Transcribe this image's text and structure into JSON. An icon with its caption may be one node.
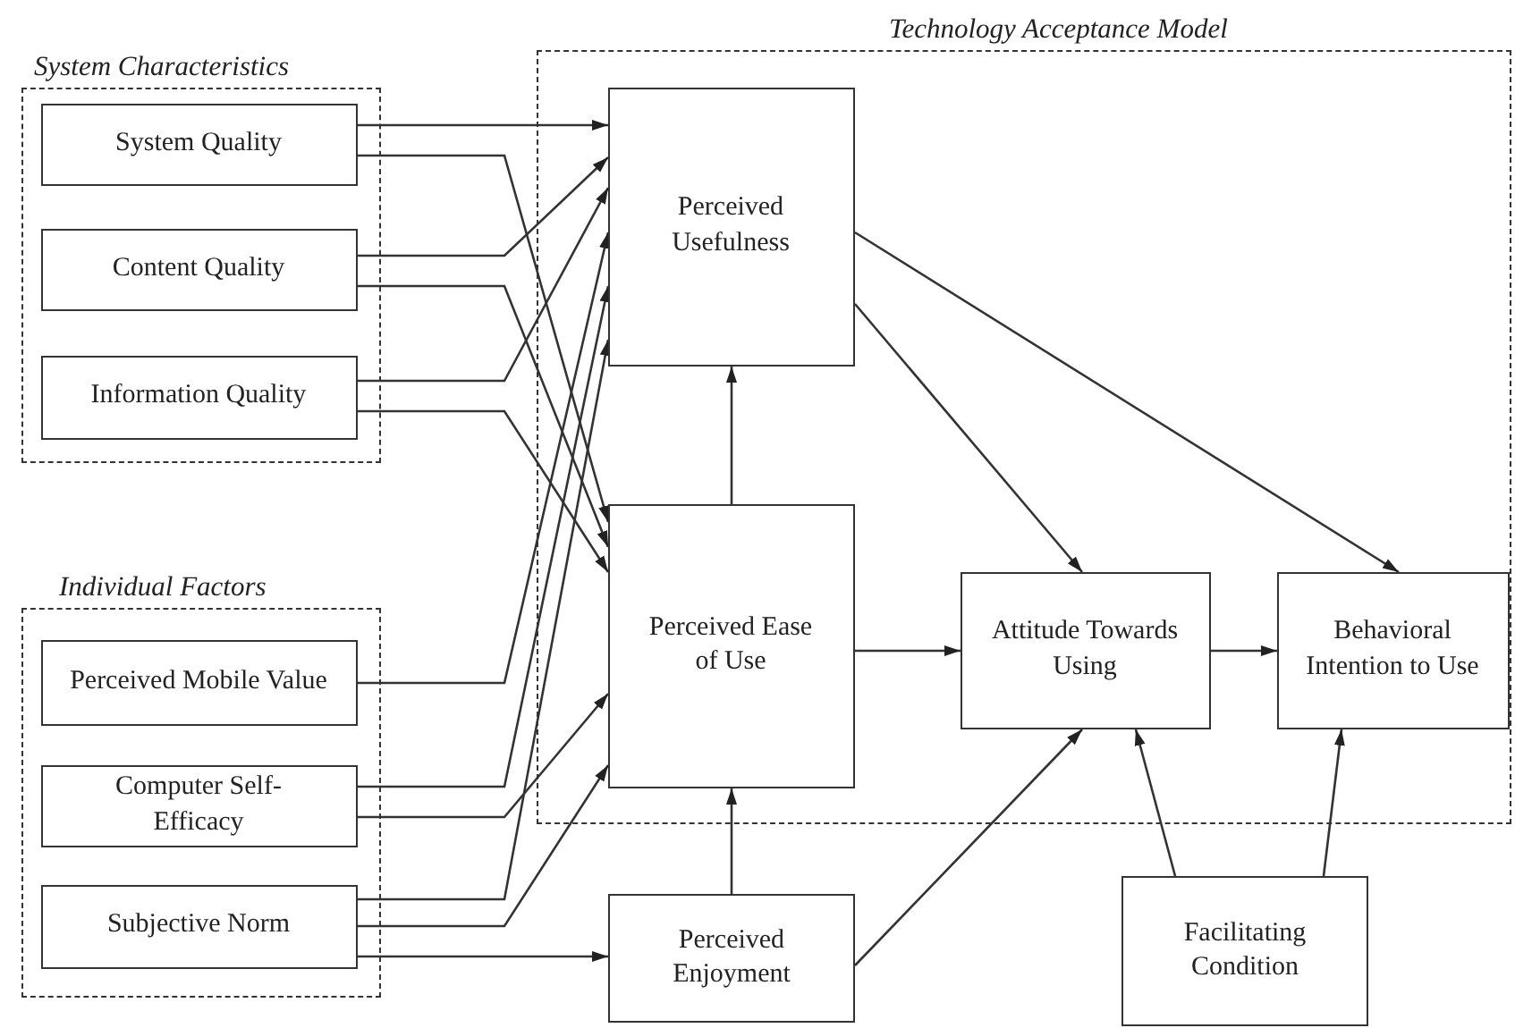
{
  "diagram": {
    "nodes": [
      {
        "text": [
          "System Characteristics"
        ]
      },
      {
        "text": [
          "System Quality"
        ],
        "in": 0
      },
      {
        "text": [
          "Content Quality"
        ],
        "in": 0
      },
      {
        "text": [
          "Information Quality"
        ],
        "in": 0
      },
      {
        "text": [
          "Technology Acceptance Model"
        ]
      },
      {
        "text": [
          "Perceived Usefulness"
        ],
        "in": 4
      },
      {
        "text": [
          "Perceived Ease of Use"
        ],
        "in": 4
      },
      {
        "text": [
          "Attitude Towards Using"
        ],
        "in": 4
      },
      {
        "text": [
          "Behavioral Intention to Use"
        ],
        "in": 4
      },
      {
        "text": [
          "Individual Factors"
        ]
      },
      {
        "text": [
          "Perceived Mobile Value"
        ],
        "in": 9
      },
      {
        "text": [
          "Computer Self-Efficacy"
        ],
        "in": 9
      },
      {
        "text": [
          "Subjective Norm"
        ],
        "in": 9
      },
      {
        "text": [
          "Perceived Enjoyment"
        ]
      },
      {
        "text": [
          "Facilitating Condition"
        ]
      }
    ],
    "edges": [
      {
        "from": 1,
        "to": 5,
        "arrow": "to"
      },
      {
        "from": 1,
        "to": 6,
        "arrow": "to"
      },
      {
        "from": 2,
        "to": 5,
        "arrow": "to"
      },
      {
        "from": 2,
        "to": 6,
        "arrow": "to"
      },
      {
        "from": 3,
        "to": 5,
        "arrow": "to"
      },
      {
        "from": 3,
        "to": 6,
        "arrow": "to"
      },
      {
        "from": 10,
        "to": 5,
        "arrow": "to"
      },
      {
        "from": 11,
        "to": 5,
        "arrow": "to"
      },
      {
        "from": 11,
        "to": 6,
        "arrow": "to"
      },
      {
        "from": 12,
        "to": 5,
        "arrow": "to"
      },
      {
        "from": 12,
        "to": 6,
        "arrow": "to"
      },
      {
        "from": 12,
        "to": 13,
        "arrow": "to"
      },
      {
        "from": 6,
        "to": 5,
        "arrow": "to"
      },
      {
        "from": 13,
        "to": 6,
        "arrow": "to"
      },
      {
        "from": 6,
        "to": 7,
        "arrow": "to"
      },
      {
        "from": 5,
        "to": 7,
        "arrow": "to"
      },
      {
        "from": 5,
        "to": 8,
        "arrow": "to"
      },
      {
        "from": 7,
        "to": 8,
        "arrow": "to"
      },
      {
        "from": 13,
        "to": 7,
        "arrow": "to"
      },
      {
        "from": 14,
        "to": 7,
        "arrow": "to"
      },
      {
        "from": 14,
        "to": 8,
        "arrow": "to"
      }
    ]
  }
}
